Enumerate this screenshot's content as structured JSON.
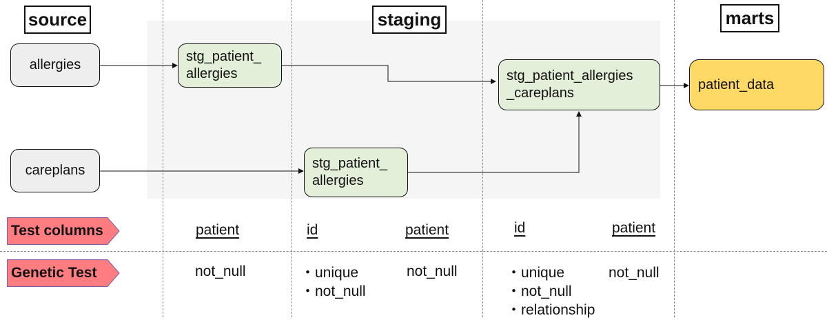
{
  "headers": {
    "source": "source",
    "staging": "staging",
    "marts": "marts"
  },
  "nodes": {
    "allergies": "allergies",
    "careplans": "careplans",
    "stg_allergies": "stg_patient_\nallergies",
    "stg_careplans": "stg_patient_\nallergies",
    "stg_combined": "stg_patient_allergies\n_careplans",
    "patient_data": "patient_data"
  },
  "row_labels": {
    "test_columns": "Test columns",
    "generic_test": "Genetic Test"
  },
  "columns": {
    "c1": "patient",
    "c2_id": "id",
    "c2_patient": "patient",
    "c3_id": "id",
    "c3_patient": "patient"
  },
  "tests": {
    "c1": [
      "not_null"
    ],
    "c2_id": [
      "unique",
      "not_null"
    ],
    "c2_patient": [
      "not_null"
    ],
    "c3_id": [
      "unique",
      "not_null",
      "relationship"
    ],
    "c3_patient": [
      "not_null"
    ]
  },
  "colors": {
    "source_fill": "#eeeeee",
    "staging_fill": "#e3efd9",
    "mart_fill": "#ffd966",
    "label_fill": "#ff7c80",
    "label_border": "#7b5ea7"
  }
}
